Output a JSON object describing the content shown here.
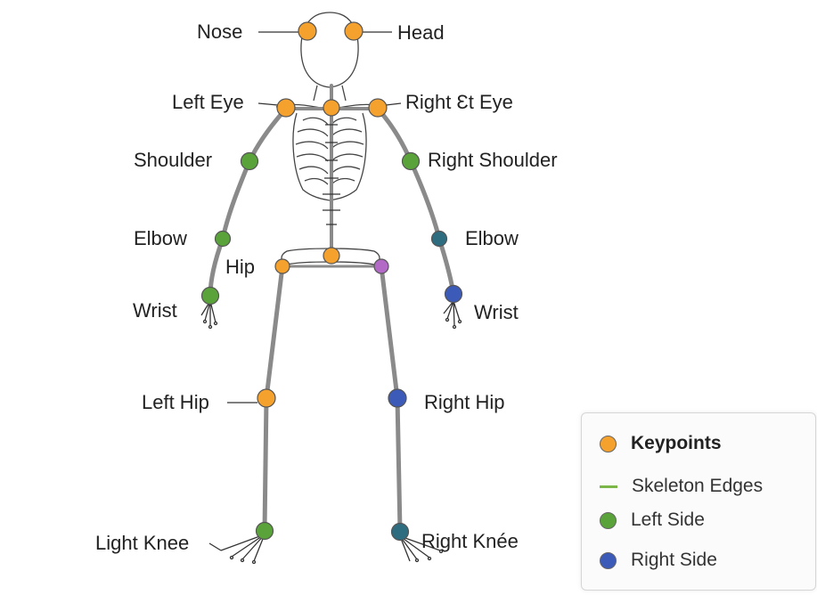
{
  "colors": {
    "keypoint": "#f5a12e",
    "left_side": "#5aa23a",
    "right_side": "#3c5ab8",
    "teal": "#2e6c80",
    "purple": "#b36ac6",
    "skeleton_edge": "#7ab648",
    "bone": "#8a8a8a"
  },
  "labels": {
    "nose": "Nose",
    "head": "Head",
    "left_eye": "Left Eye",
    "right_eye": "Right Ɛt Eye",
    "left_shoulder": "Shoulder",
    "right_shoulder": "Right Shoulder",
    "left_elbow": "Elbow",
    "right_elbow": "Elbow",
    "hip": "Hip",
    "left_wrist": "Wrist",
    "right_wrist": "Wrist",
    "left_hip": "Left Hip",
    "right_hip": "Right Hip",
    "left_knee": "Light Knee",
    "right_knee": "Right Knée"
  },
  "legend": {
    "keypoints": "Keypoints",
    "skeleton_edges": "Skeleton Edges",
    "left_side": "Left Side",
    "right_side": "Right Side"
  }
}
